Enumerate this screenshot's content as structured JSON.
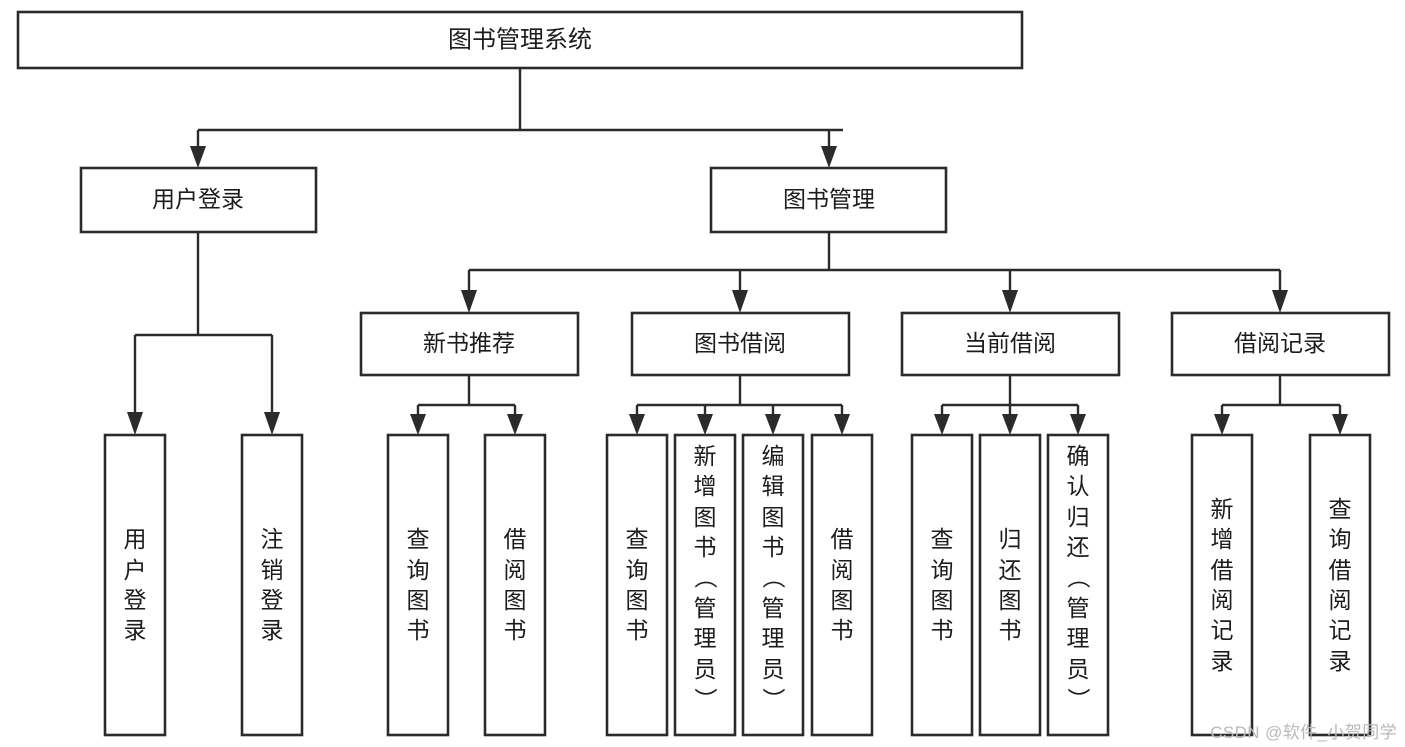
{
  "diagram": {
    "type": "tree",
    "title": "图书管理系统",
    "watermark": "CSDN @软件_小贺同学",
    "root": {
      "label": "图书管理系统"
    },
    "level2": [
      {
        "label": "用户登录"
      },
      {
        "label": "图书管理"
      }
    ],
    "level3": [
      {
        "label": "新书推荐"
      },
      {
        "label": "图书借阅"
      },
      {
        "label": "当前借阅"
      },
      {
        "label": "借阅记录"
      }
    ],
    "leaves": {
      "user_login": [
        {
          "label": "用户登录"
        },
        {
          "label": "注销登录"
        }
      ],
      "new_book_recommend": [
        {
          "label": "查询图书"
        },
        {
          "label": "借阅图书"
        }
      ],
      "book_borrow": [
        {
          "label": "查询图书"
        },
        {
          "label": "新增图书（管理员）"
        },
        {
          "label": "编辑图书（管理员）"
        },
        {
          "label": "借阅图书"
        }
      ],
      "current_borrow": [
        {
          "label": "查询图书"
        },
        {
          "label": "归还图书"
        },
        {
          "label": "确认归还（管理员）"
        }
      ],
      "borrow_record": [
        {
          "label": "新增借阅记录"
        },
        {
          "label": "查询借阅记录"
        }
      ]
    },
    "colors": {
      "stroke": "#2b2b2b",
      "fill": "#ffffff",
      "text": "#1c1c1c",
      "watermark": "#b9b9b9"
    }
  }
}
